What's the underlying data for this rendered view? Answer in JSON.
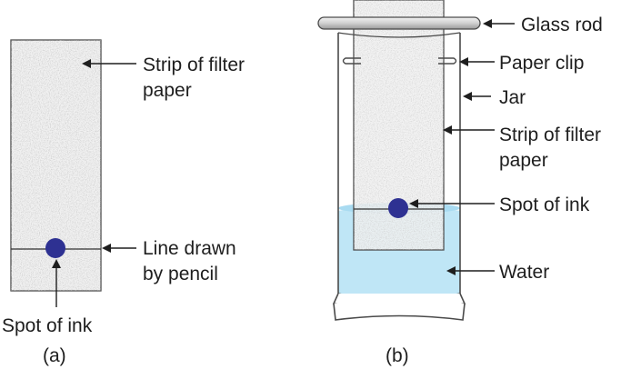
{
  "figure_a": {
    "caption": "(a)",
    "labels": {
      "strip": [
        "Strip of filter",
        "paper"
      ],
      "line": [
        "Line drawn",
        "by pencil"
      ],
      "spot": "Spot of ink"
    }
  },
  "figure_b": {
    "caption": "(b)",
    "labels": {
      "rod": "Glass rod",
      "clip": "Paper clip",
      "jar": "Jar",
      "strip": [
        "Strip of filter",
        "paper"
      ],
      "spot": "Spot of ink",
      "water": "Water"
    }
  },
  "colors": {
    "ink": "#2e3192",
    "water": "#bfe6f6",
    "water_surface": "#a9dbf1",
    "paper": "#f1f1f1",
    "rod": "#d8d8d8",
    "outline": "#4a4a4a"
  }
}
